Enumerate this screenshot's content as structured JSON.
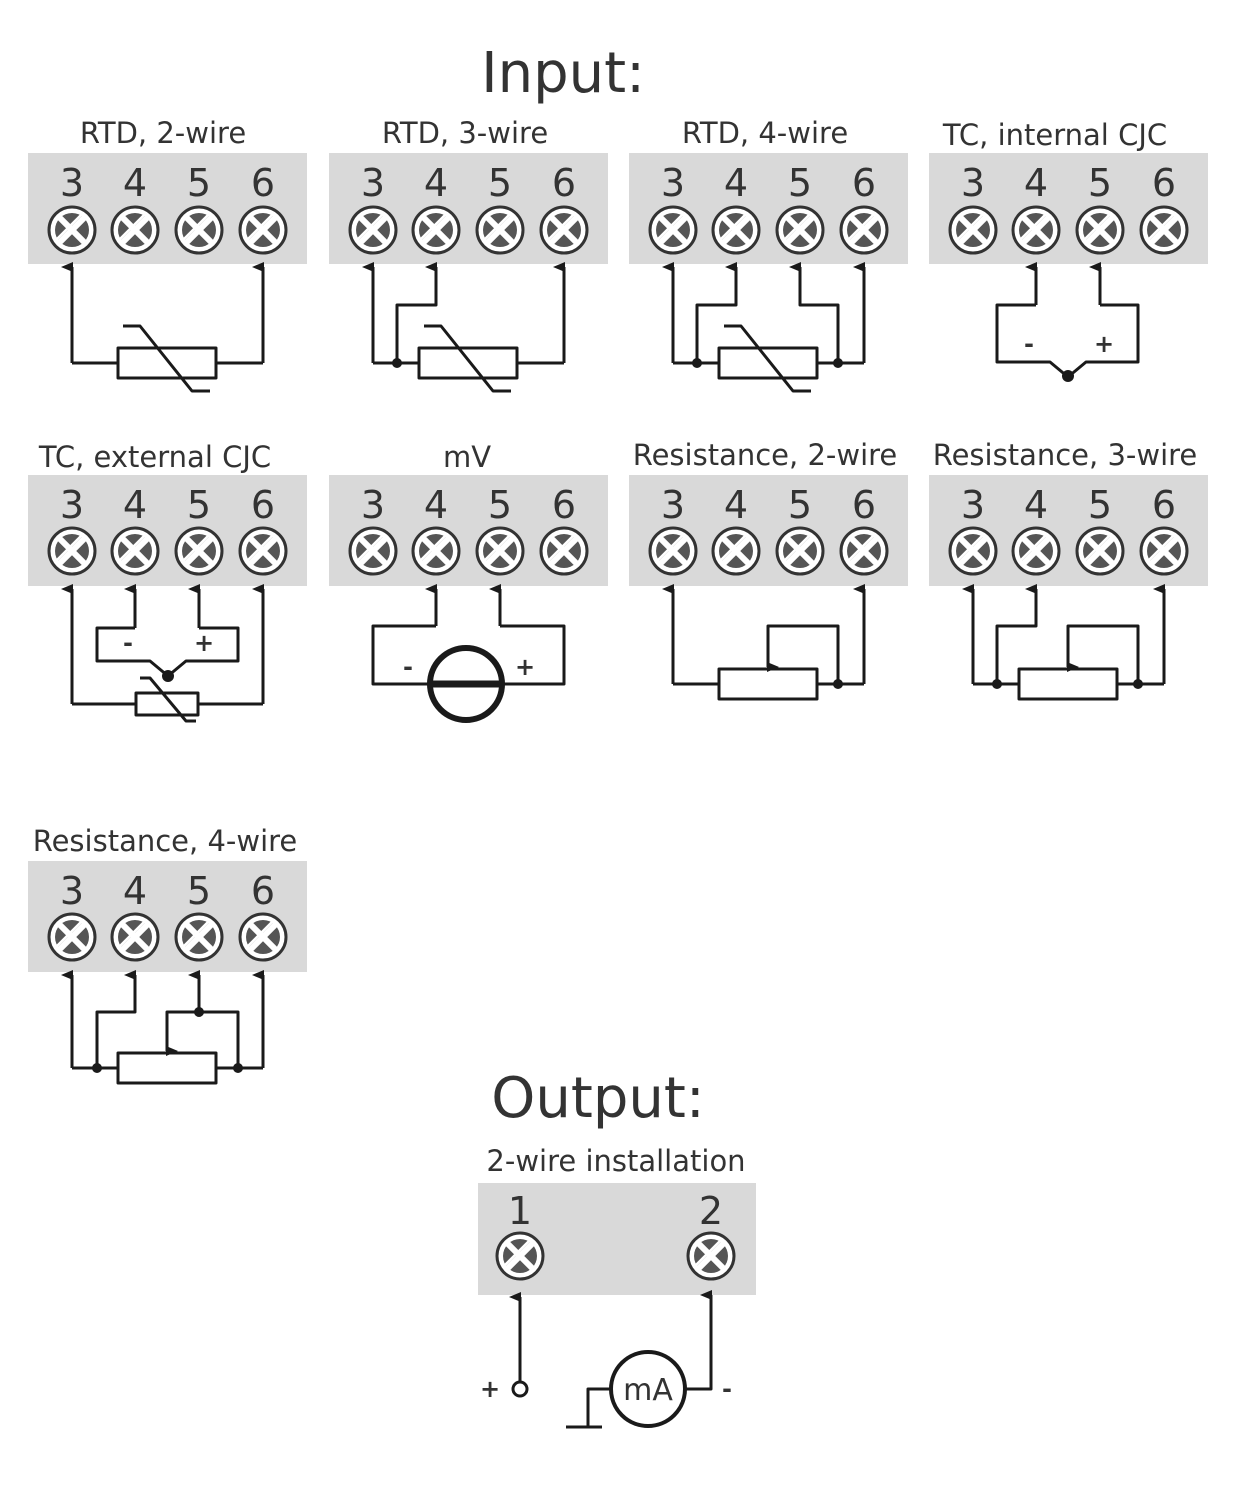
{
  "input": {
    "heading": "Input:",
    "terminal_numbers": [
      "3",
      "4",
      "5",
      "6"
    ],
    "panels": [
      {
        "id": "rtd2",
        "title": "RTD, 2-wire"
      },
      {
        "id": "rtd3",
        "title": "RTD, 3-wire"
      },
      {
        "id": "rtd4",
        "title": "RTD, 4-wire"
      },
      {
        "id": "tcint",
        "title": "TC, internal CJC",
        "minus": "-",
        "plus": "+"
      },
      {
        "id": "tcext",
        "title": "TC, external CJC",
        "minus": "-",
        "plus": "+"
      },
      {
        "id": "mv",
        "title": "mV",
        "minus": "-",
        "plus": "+"
      },
      {
        "id": "res2",
        "title": "Resistance, 2-wire"
      },
      {
        "id": "res3",
        "title": "Resistance, 3-wire"
      },
      {
        "id": "res4",
        "title": "Resistance, 4-wire"
      }
    ]
  },
  "output": {
    "heading": "Output:",
    "title": "2-wire installation",
    "terminal_numbers": [
      "1",
      "2"
    ],
    "plus": "+",
    "minus": "-",
    "meter": "mA"
  }
}
